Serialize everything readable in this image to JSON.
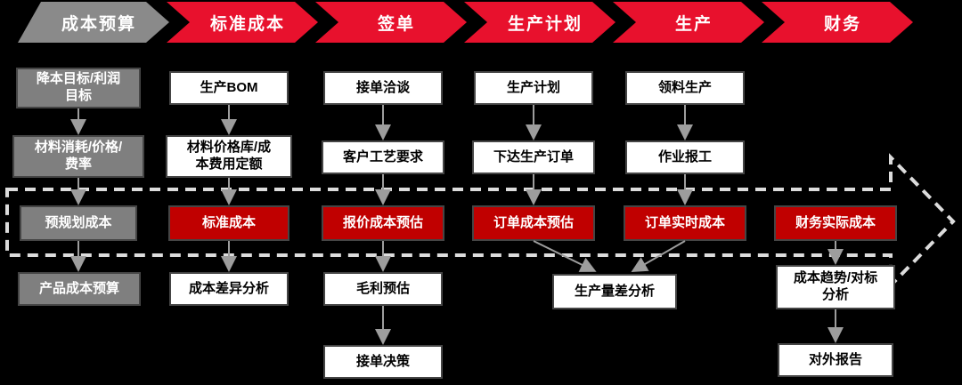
{
  "diagram": {
    "stages": [
      {
        "label": "成本预算"
      },
      {
        "label": "标准成本"
      },
      {
        "label": "签单"
      },
      {
        "label": "生产计划"
      },
      {
        "label": "生产"
      },
      {
        "label": "财务"
      }
    ],
    "nodes": {
      "budget_target": "降本目标/利润\n目标",
      "material_cost_rates": "材料消耗/价格/\n费率",
      "preplanned_cost": "预规划成本",
      "product_cost_budget": "产品成本预算",
      "production_bom": "生产BOM",
      "material_price_library": "材料价格库/成\n本费用定额",
      "standard_cost": "标准成本",
      "cost_variance_analysis": "成本差异分析",
      "order_negotiation": "接单洽谈",
      "customer_process_requirements": "客户工艺要求",
      "quotation_cost_estimate": "报价成本预估",
      "gross_profit_estimate": "毛利预估",
      "order_decision": "接单决策",
      "production_plan": "生产计划",
      "release_production_order": "下达生产订单",
      "order_cost_estimate": "订单成本预估",
      "production_volume_variance_analysis": "生产量差分析",
      "material_issue_production": "领料生产",
      "work_reporting": "作业报工",
      "order_realtime_cost": "订单实时成本",
      "finance_actual_cost": "财务实际成本",
      "cost_trend_benchmark_analysis": "成本趋势/对标\n分析",
      "external_report": "对外报告"
    },
    "colors": {
      "background": "#000000",
      "stage_red": "#e8112d",
      "stage_gray": "#8a8a8a",
      "box_red": "#c00000",
      "box_gray": "#7f7f7f",
      "box_white": "#ffffff",
      "band_dash": "#dcdcdc",
      "connector": "#9d9d9d"
    }
  }
}
